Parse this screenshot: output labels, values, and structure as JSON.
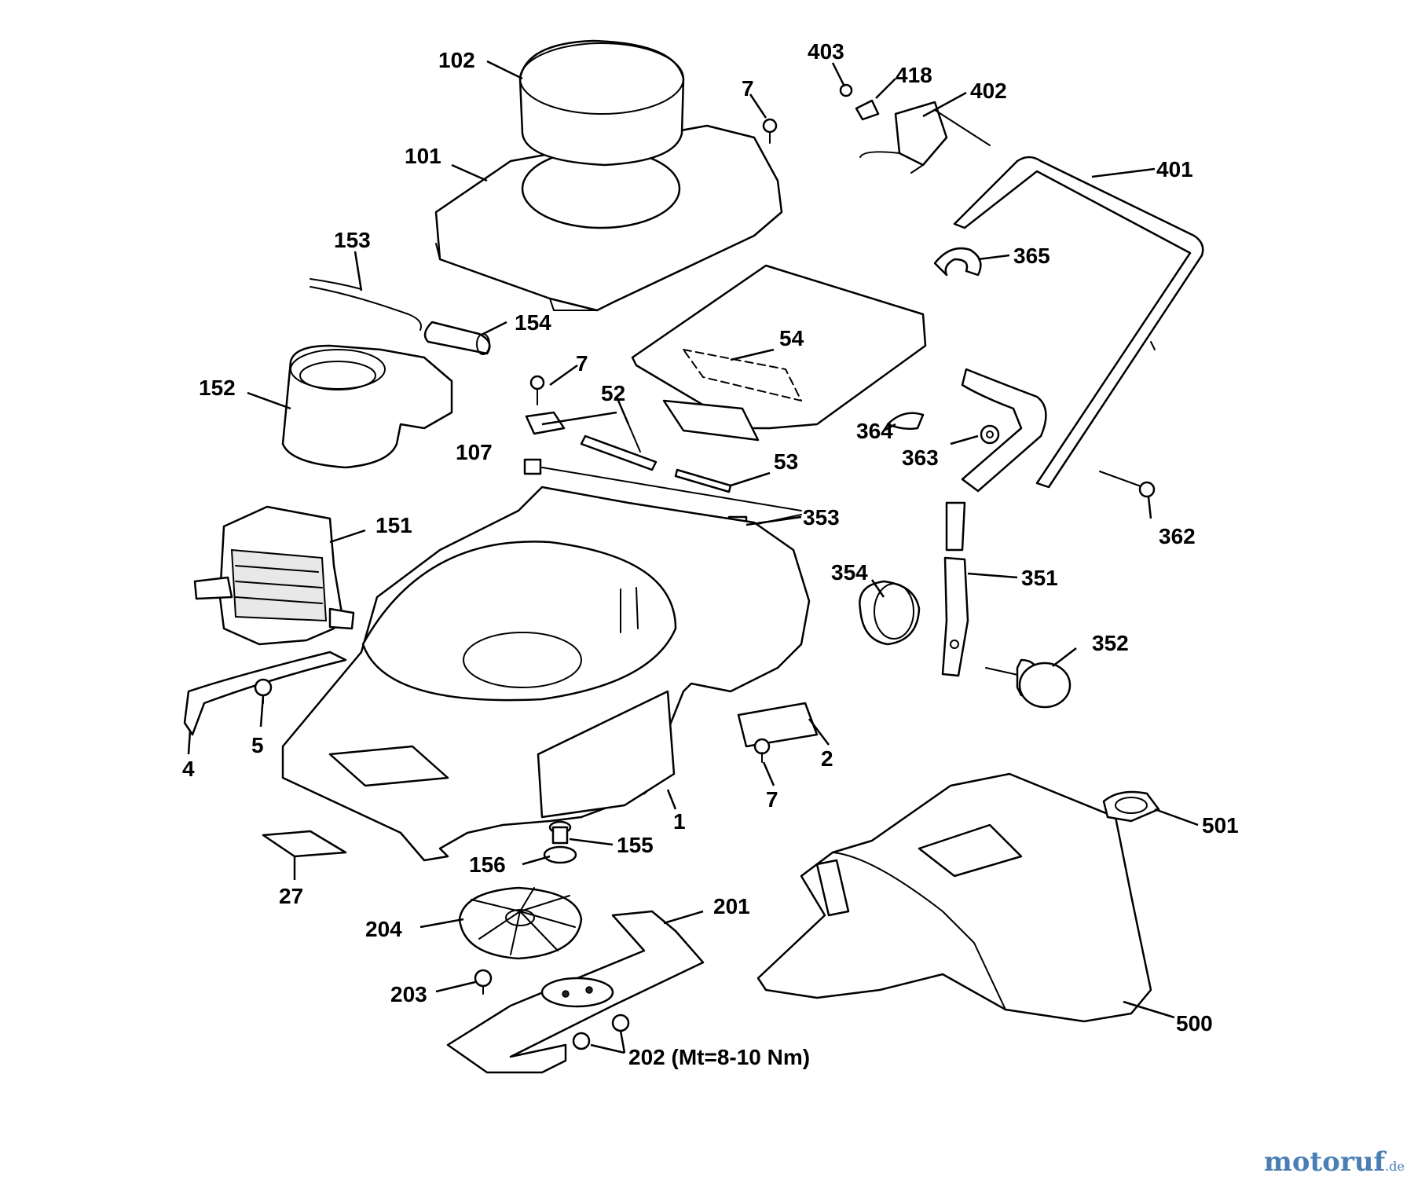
{
  "labels": {
    "l102": "102",
    "l101": "101",
    "l7a": "7",
    "l403": "403",
    "l418": "418",
    "l402": "402",
    "l401": "401",
    "l365": "365",
    "l153": "153",
    "l154": "154",
    "l54": "54",
    "l152": "152",
    "l7b": "7",
    "l52": "52",
    "l107": "107",
    "l364": "364",
    "l363": "363",
    "l53": "53",
    "l362": "362",
    "l353": "353",
    "l151": "151",
    "l354": "354",
    "l351": "351",
    "l352": "352",
    "l4": "4",
    "l5": "5",
    "l2": "2",
    "l7c": "7",
    "l1": "1",
    "l501": "501",
    "l155": "155",
    "l156": "156",
    "l27": "27",
    "l201": "201",
    "l204": "204",
    "l203": "203",
    "l500": "500",
    "l202": "202 (Mt=8-10 Nm)"
  },
  "watermark": {
    "main": "motoruf",
    "suffix": ".de"
  }
}
